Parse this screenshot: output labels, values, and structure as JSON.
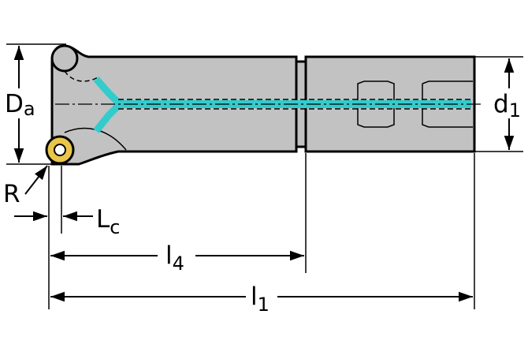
{
  "labels": {
    "Da": {
      "main": "D",
      "sub": "a"
    },
    "d1": {
      "main": "d",
      "sub": "1"
    },
    "R": {
      "main": "R"
    },
    "Lc": {
      "main": "L",
      "sub": "c"
    },
    "l4": {
      "main": "l",
      "sub": "4"
    },
    "l1": {
      "main": "l",
      "sub": "1"
    }
  },
  "colors": {
    "body": "#c2c2c2",
    "outline": "#000000",
    "coolant": "#33cccc",
    "insert": "#e9c64a",
    "background": "#ffffff"
  }
}
